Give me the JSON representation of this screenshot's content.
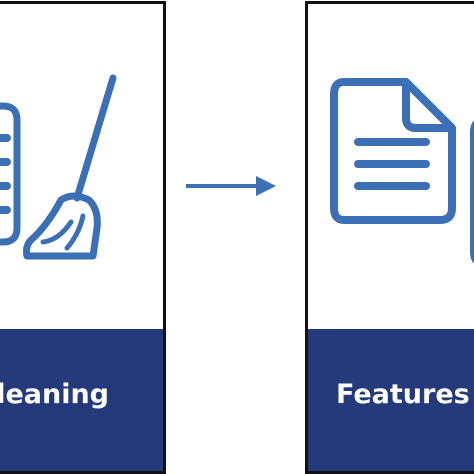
{
  "colors": {
    "banner": "#253a7a",
    "icon": "#3b6fb6",
    "border": "#111111"
  },
  "stages": [
    {
      "label": "leaning",
      "icons": [
        "data-list-icon",
        "broom-icon"
      ]
    },
    {
      "label": "Features c",
      "icons": [
        "document-icon",
        "document-icon-partial"
      ]
    }
  ],
  "connector": {
    "icon": "right-arrow-icon"
  }
}
